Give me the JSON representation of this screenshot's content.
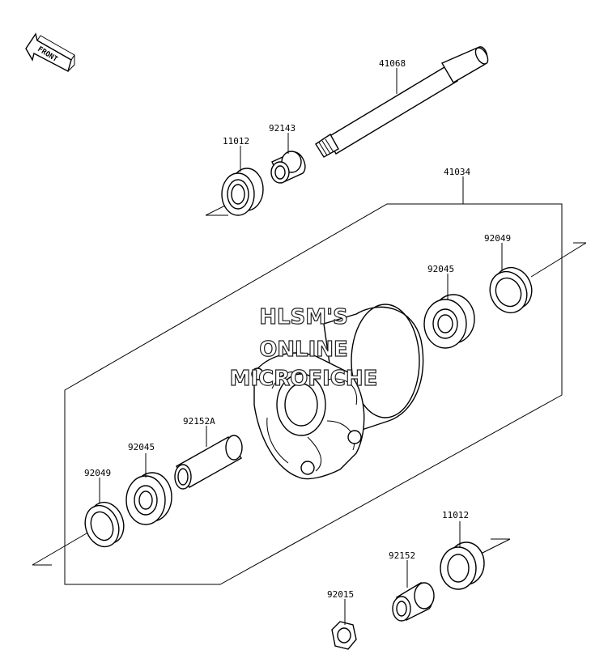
{
  "diagram": {
    "front_tag": "FRONT",
    "watermark": [
      "HLSM'S",
      "ONLINE",
      "MICROFICHE"
    ],
    "parts": {
      "axle": "41068",
      "collar_top": "92143",
      "seal_top": "11012",
      "hub": "41034",
      "seal_right": "92049",
      "bearing_right": "92045",
      "spacer": "92152A",
      "bearing_left": "92045",
      "seal_left": "92049",
      "seal_bottom": "11012",
      "collar_bottom": "92152",
      "nut": "92015"
    }
  }
}
